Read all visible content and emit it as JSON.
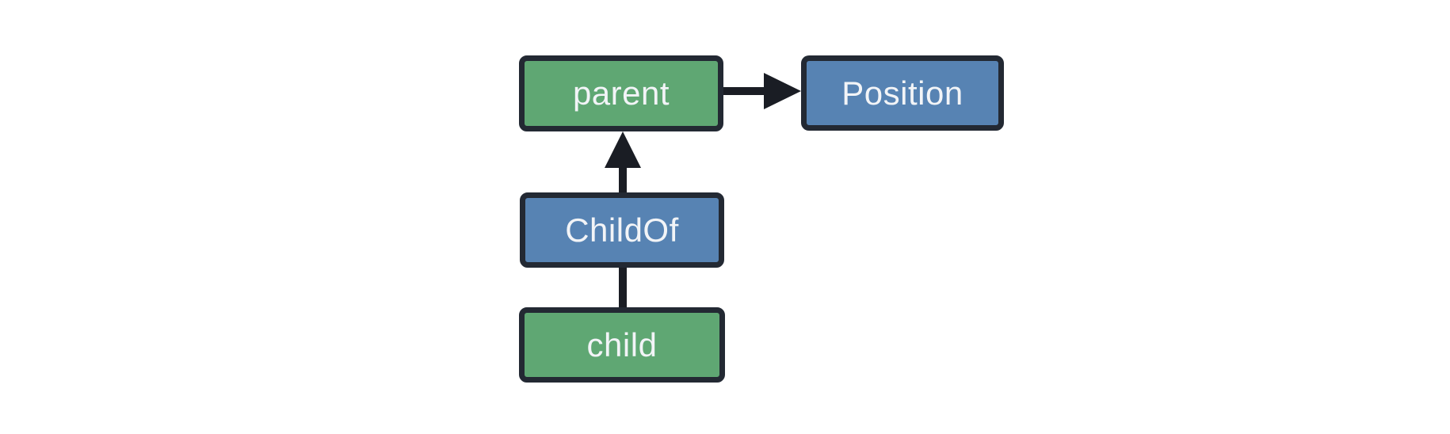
{
  "diagram": {
    "title": "entity relationship diagram",
    "colors": {
      "background": "#ffffff",
      "entity_fill": "#5fa773",
      "component_fill": "#5783b3",
      "node_border": "#232933",
      "edge": "#1a1d24",
      "label_text": "#f2f4f7"
    },
    "nodes": [
      {
        "id": "parent",
        "label": "parent",
        "fill": "#5fa773"
      },
      {
        "id": "Position",
        "label": "Position",
        "fill": "#5783b3"
      },
      {
        "id": "ChildOf",
        "label": "ChildOf",
        "fill": "#5783b3"
      },
      {
        "id": "child",
        "label": "child",
        "fill": "#5fa773"
      }
    ],
    "edges": [
      {
        "from": "parent",
        "to": "Position",
        "style": "arrow"
      },
      {
        "from": "ChildOf",
        "to": "parent",
        "style": "arrow"
      },
      {
        "from": "child",
        "to": "ChildOf",
        "style": "plain-line"
      }
    ]
  }
}
